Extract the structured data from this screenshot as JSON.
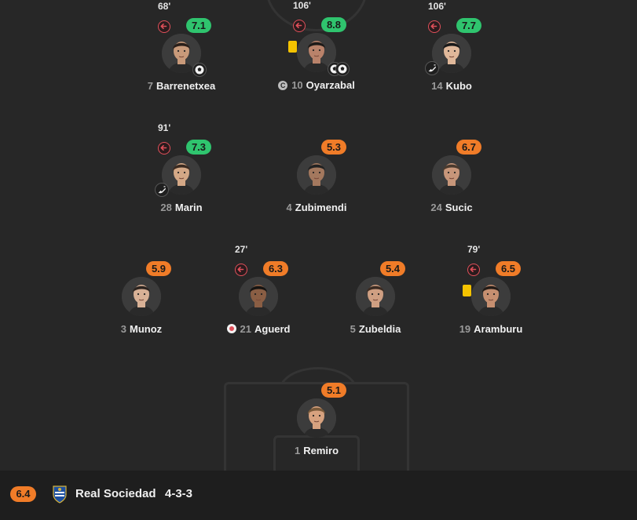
{
  "colors": {
    "rating_green": "#2fc46e",
    "rating_orange": "#f07c28",
    "yellow_card": "#f4c300",
    "sub_red": "#e0505a"
  },
  "players": [
    {
      "id": "barrenetxea",
      "number": "7",
      "name": "Barrenetxea",
      "rating": "7.1",
      "rating_color": "green",
      "minute": "68'",
      "sub_off": true,
      "icons": [
        "ball-icon"
      ]
    },
    {
      "id": "oyarzabal",
      "number": "10",
      "name": "Oyarzabal",
      "rating": "8.8",
      "rating_color": "green",
      "minute": "106'",
      "sub_off": true,
      "captain": "C",
      "yellow_card": true,
      "icons": [
        "ball-icon",
        "ball-icon"
      ]
    },
    {
      "id": "kubo",
      "number": "14",
      "name": "Kubo",
      "rating": "7.7",
      "rating_color": "green",
      "minute": "106'",
      "sub_off": true,
      "icons": [
        "assist-boot-icon"
      ]
    },
    {
      "id": "marin",
      "number": "28",
      "name": "Marin",
      "rating": "7.3",
      "rating_color": "green",
      "minute": "91'",
      "sub_off": true,
      "icons": [
        "assist-boot-icon"
      ]
    },
    {
      "id": "zubimendi",
      "number": "4",
      "name": "Zubimendi",
      "rating": "5.3",
      "rating_color": "orange"
    },
    {
      "id": "sucic",
      "number": "24",
      "name": "Sucic",
      "rating": "6.7",
      "rating_color": "orange"
    },
    {
      "id": "munoz",
      "number": "3",
      "name": "Munoz",
      "rating": "5.9",
      "rating_color": "orange"
    },
    {
      "id": "aguerd",
      "number": "21",
      "name": "Aguerd",
      "rating": "6.3",
      "rating_color": "orange",
      "minute": "27'",
      "sub_off": true,
      "injury": true
    },
    {
      "id": "zubeldia",
      "number": "5",
      "name": "Zubeldia",
      "rating": "5.4",
      "rating_color": "orange"
    },
    {
      "id": "aramburu",
      "number": "19",
      "name": "Aramburu",
      "rating": "6.5",
      "rating_color": "orange",
      "minute": "79'",
      "sub_off": true,
      "yellow_card": true
    },
    {
      "id": "remiro",
      "number": "1",
      "name": "Remiro",
      "rating": "5.1",
      "rating_color": "orange"
    }
  ],
  "team": {
    "rating": "6.4",
    "name": "Real Sociedad",
    "formation": "4-3-3"
  }
}
